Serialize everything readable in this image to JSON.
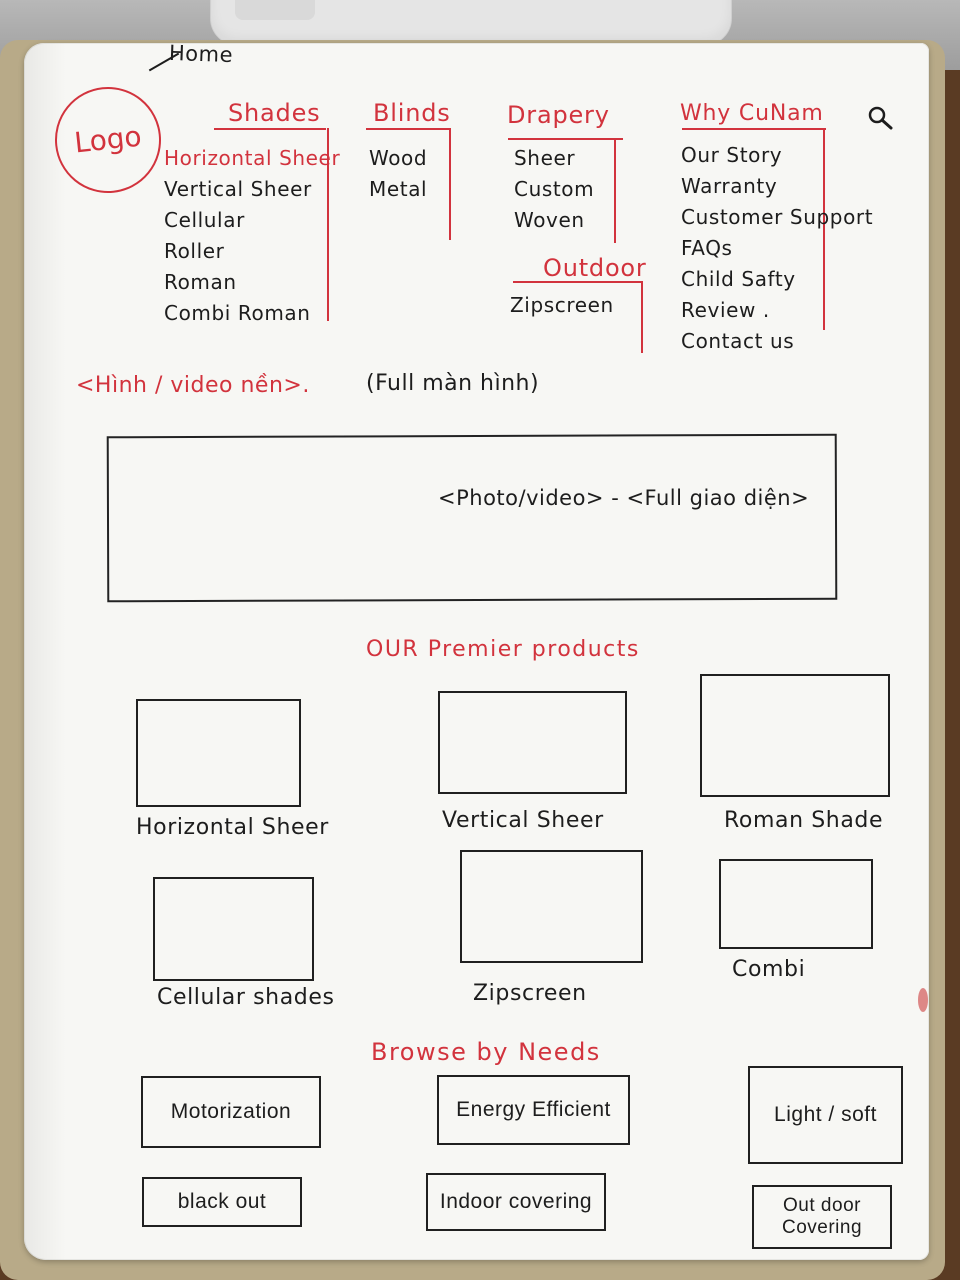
{
  "header": {
    "logo_label": "Logo",
    "home_label": "Home",
    "search_icon": "search-icon"
  },
  "nav": {
    "shades": {
      "title": "Shades",
      "items": [
        "Horizontal Sheer",
        "Vertical Sheer",
        "Cellular",
        "Roller",
        "Roman",
        "Combi Roman"
      ]
    },
    "blinds": {
      "title": "Blinds",
      "items": [
        "Wood",
        "Metal"
      ]
    },
    "drapery": {
      "title": "Drapery",
      "items": [
        "Sheer",
        "Custom",
        "Woven"
      ]
    },
    "outdoor": {
      "title": "Outdoor",
      "items": [
        "Zipscreen"
      ]
    },
    "why": {
      "title": "Why CuNam",
      "items": [
        "Our Story",
        "Warranty",
        "Customer Support",
        "FAQs",
        "Child Safty",
        "Review .",
        "Contact us"
      ]
    }
  },
  "hero": {
    "background_note": "<Hình / video nền>.",
    "fullscreen_note": "(Full màn hình)",
    "box_label": "<Photo/video> - <Full giao diện>"
  },
  "products": {
    "title": "OUR Premier products",
    "items": [
      {
        "label": "Horizontal Sheer"
      },
      {
        "label": "Vertical Sheer"
      },
      {
        "label": "Roman Shade"
      },
      {
        "label": "Cellular shades"
      },
      {
        "label": "Zipscreen"
      },
      {
        "label": "Combi"
      }
    ]
  },
  "needs": {
    "title": "Browse by Needs",
    "items": [
      {
        "label": "Motorization"
      },
      {
        "label": "Energy Efficient"
      },
      {
        "label": "Light / soft"
      },
      {
        "label": "black out"
      },
      {
        "label": "Indoor covering"
      },
      {
        "label": "Out door Covering"
      }
    ]
  },
  "colors": {
    "ink_red": "#d2333d",
    "ink_black": "#1d1d1d",
    "paper": "#f7f7f4"
  }
}
